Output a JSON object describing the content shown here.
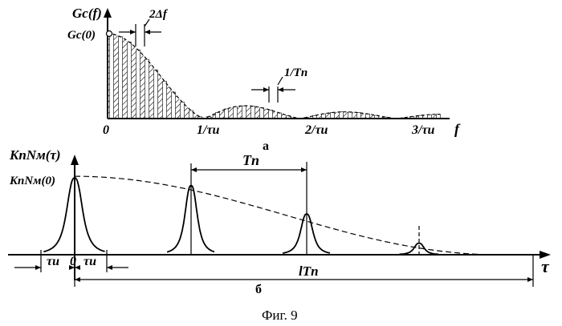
{
  "figure_a": {
    "y_label": "Gc(f)",
    "y0_label": "Gc(0)",
    "origin_label": "0",
    "spacing_label": "2Δf",
    "period_label": "1/Tn",
    "tick_labels": [
      "1/τu",
      "2/τu",
      "3/τu"
    ],
    "x_label": "f",
    "sublabel": "a"
  },
  "figure_b": {
    "y_label": "KnNм(τ)",
    "y0_label": "KnNм(0)",
    "period_label": "Tn",
    "left_tau": "τu",
    "origin_label": "0",
    "right_tau": "τu",
    "span_label": "lTn",
    "x_label": "τ",
    "sublabel": "б",
    "peak_amplitudes": [
      1.0,
      0.9,
      0.53,
      0.15
    ]
  },
  "caption": "Фиг. 9"
}
